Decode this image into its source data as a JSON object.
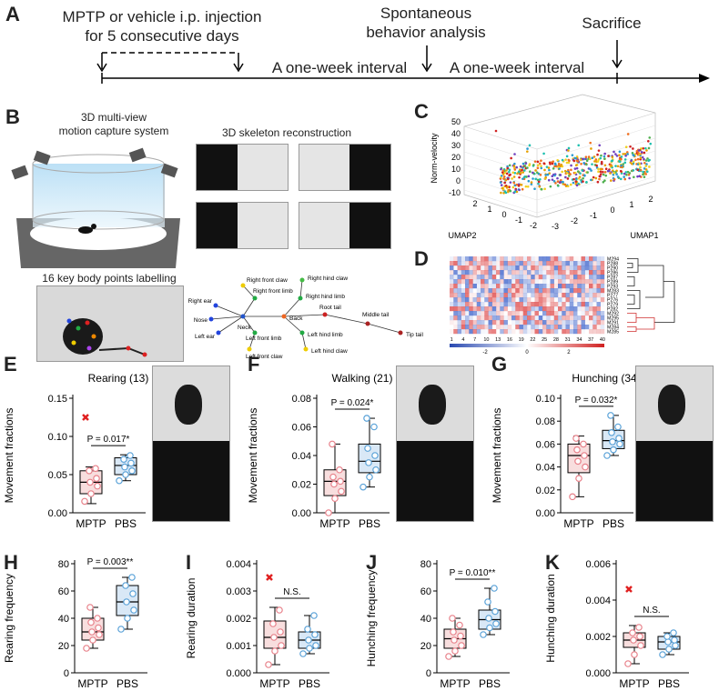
{
  "panels": {
    "A": "A",
    "B": "B",
    "C": "C",
    "D": "D",
    "E": "E",
    "F": "F",
    "G": "G",
    "H": "H",
    "I": "I",
    "J": "J",
    "K": "K"
  },
  "timeline": {
    "injection": "MPTP or vehicle i.p. injection",
    "injection2": "for 5 consecutive days",
    "interval1": "A one-week interval",
    "behavior": "Spontaneous",
    "behavior2": "behavior analysis",
    "interval2": "A one-week interval",
    "sacrifice": "Sacrifice"
  },
  "panelB": {
    "capture_title": "3D multi-view",
    "capture_title2": "motion capture system",
    "skeleton_title": "3D skeleton reconstruction",
    "points_title": "16 key body points labelling",
    "nodes": [
      "Right ear",
      "Nose",
      "Left ear",
      "Neck",
      "Right front claw",
      "Right front limb",
      "Left front limb",
      "Left front claw",
      "Back",
      "Right hind claw",
      "Right hind limb",
      "Left hind limb",
      "Left hind claw",
      "Root tail",
      "Middle tail",
      "Tip tail"
    ]
  },
  "panelC": {
    "zlabel": "Norm-velocity",
    "xlabel": "UMAP1",
    "ylabel": "UMAP2",
    "zticks": [
      "50",
      "40",
      "30",
      "20",
      "10",
      "0",
      "-10"
    ],
    "xticks": [
      "-3",
      "-2",
      "-1",
      "0",
      "1",
      "2"
    ],
    "yticks": [
      "2",
      "1",
      "0",
      "-1",
      "-2"
    ]
  },
  "panelD": {
    "rows": [
      "M294",
      "P288",
      "P290",
      "P286",
      "P287",
      "P289",
      "P293",
      "M283",
      "P277",
      "P276",
      "P279",
      "P282",
      "M292",
      "M295",
      "M291",
      "M284",
      "M285"
    ],
    "cols": [
      "1",
      "4",
      "7",
      "10",
      "13",
      "16",
      "19",
      "22",
      "25",
      "28",
      "31",
      "34",
      "37",
      "40"
    ],
    "colorbar_ticks": [
      "-2",
      "0",
      "2"
    ]
  },
  "chart_data": [
    {
      "id": "E",
      "type": "box",
      "title": "Rearing (13)",
      "ylabel": "Movement fractions",
      "categories": [
        "MPTP",
        "PBS"
      ],
      "ylim": [
        0,
        0.15
      ],
      "yticks": [
        "0.00",
        "0.05",
        "0.10",
        "0.15"
      ],
      "pvalue": "P = 0.017*",
      "series": [
        {
          "name": "MPTP",
          "points": [
            0.015,
            0.025,
            0.035,
            0.04,
            0.045,
            0.055,
            0.058,
            0.125
          ],
          "outlier": 0.125,
          "box": [
            0.025,
            0.04,
            0.055
          ],
          "whisker": [
            0.012,
            0.06
          ]
        },
        {
          "name": "PBS",
          "points": [
            0.042,
            0.05,
            0.055,
            0.06,
            0.065,
            0.07,
            0.075
          ],
          "box": [
            0.05,
            0.062,
            0.072
          ],
          "whisker": [
            0.042,
            0.076
          ]
        }
      ]
    },
    {
      "id": "F",
      "type": "box",
      "title": "Walking (21)",
      "ylabel": "Movement fractions",
      "categories": [
        "MPTP",
        "PBS"
      ],
      "ylim": [
        0,
        0.08
      ],
      "yticks": [
        "0.00",
        "0.02",
        "0.04",
        "0.06",
        "0.08"
      ],
      "pvalue": "P = 0.024*",
      "series": [
        {
          "name": "MPTP",
          "points": [
            0.0,
            0.01,
            0.015,
            0.02,
            0.022,
            0.025,
            0.03,
            0.048
          ],
          "box": [
            0.012,
            0.022,
            0.03
          ],
          "whisker": [
            0.0,
            0.048
          ]
        },
        {
          "name": "PBS",
          "points": [
            0.018,
            0.025,
            0.03,
            0.035,
            0.04,
            0.045,
            0.06,
            0.066
          ],
          "box": [
            0.028,
            0.036,
            0.048
          ],
          "whisker": [
            0.018,
            0.066
          ]
        }
      ]
    },
    {
      "id": "G",
      "type": "box",
      "title": "Hunching (34)",
      "ylabel": "Movement fractions",
      "categories": [
        "MPTP",
        "PBS"
      ],
      "ylim": [
        0,
        0.1
      ],
      "yticks": [
        "0.00",
        "0.02",
        "0.04",
        "0.06",
        "0.08",
        "0.10"
      ],
      "pvalue": "P = 0.032*",
      "series": [
        {
          "name": "MPTP",
          "points": [
            0.014,
            0.03,
            0.04,
            0.045,
            0.05,
            0.055,
            0.06,
            0.065
          ],
          "box": [
            0.035,
            0.05,
            0.06
          ],
          "whisker": [
            0.014,
            0.067
          ]
        },
        {
          "name": "PBS",
          "points": [
            0.05,
            0.055,
            0.06,
            0.062,
            0.065,
            0.07,
            0.075,
            0.085
          ],
          "box": [
            0.056,
            0.063,
            0.072
          ],
          "whisker": [
            0.05,
            0.085
          ]
        }
      ]
    },
    {
      "id": "H",
      "type": "box",
      "title": "",
      "ylabel": "Rearing frequency",
      "categories": [
        "MPTP",
        "PBS"
      ],
      "ylim": [
        0,
        80
      ],
      "yticks": [
        "0",
        "20",
        "40",
        "60",
        "80"
      ],
      "pvalue": "P = 0.003**",
      "series": [
        {
          "name": "MPTP",
          "points": [
            18,
            24,
            28,
            30,
            33,
            37,
            40,
            48
          ],
          "box": [
            24,
            30,
            40
          ],
          "whisker": [
            18,
            48
          ]
        },
        {
          "name": "PBS",
          "points": [
            32,
            40,
            46,
            52,
            58,
            64,
            70
          ],
          "box": [
            42,
            52,
            64
          ],
          "whisker": [
            32,
            70
          ]
        }
      ]
    },
    {
      "id": "I",
      "type": "box",
      "title": "",
      "ylabel": "Rearing duration",
      "categories": [
        "MPTP",
        "PBS"
      ],
      "ylim": [
        0,
        0.004
      ],
      "yticks": [
        "0.000",
        "0.001",
        "0.002",
        "0.003",
        "0.004"
      ],
      "pvalue": "N.S.",
      "series": [
        {
          "name": "MPTP",
          "points": [
            0.0003,
            0.0008,
            0.001,
            0.0013,
            0.0015,
            0.0018,
            0.0023,
            0.0035
          ],
          "outlier": 0.0035,
          "box": [
            0.0009,
            0.0013,
            0.0019
          ],
          "whisker": [
            0.0003,
            0.0024
          ]
        },
        {
          "name": "PBS",
          "points": [
            0.0007,
            0.0009,
            0.001,
            0.0012,
            0.0014,
            0.0016,
            0.0021
          ],
          "box": [
            0.0009,
            0.0012,
            0.0015
          ],
          "whisker": [
            0.0007,
            0.0021
          ]
        }
      ]
    },
    {
      "id": "J",
      "type": "box",
      "title": "",
      "ylabel": "Hunching frequency",
      "categories": [
        "MPTP",
        "PBS"
      ],
      "ylim": [
        0,
        80
      ],
      "yticks": [
        "0",
        "20",
        "40",
        "60",
        "80"
      ],
      "pvalue": "P = 0.010**",
      "series": [
        {
          "name": "MPTP",
          "points": [
            12,
            16,
            20,
            24,
            27,
            30,
            35,
            40
          ],
          "box": [
            18,
            25,
            32
          ],
          "whisker": [
            12,
            40
          ]
        },
        {
          "name": "PBS",
          "points": [
            28,
            33,
            36,
            40,
            45,
            52,
            62
          ],
          "box": [
            32,
            39,
            46
          ],
          "whisker": [
            28,
            62
          ]
        }
      ]
    },
    {
      "id": "K",
      "type": "box",
      "title": "",
      "ylabel": "Hunching duration",
      "categories": [
        "MPTP",
        "PBS"
      ],
      "ylim": [
        0,
        0.006
      ],
      "yticks": [
        "0.000",
        "0.002",
        "0.004",
        "0.006"
      ],
      "pvalue": "N.S.",
      "series": [
        {
          "name": "MPTP",
          "points": [
            0.0005,
            0.001,
            0.0015,
            0.0018,
            0.002,
            0.0022,
            0.0025,
            0.0046
          ],
          "outlier": 0.0046,
          "box": [
            0.0014,
            0.0018,
            0.0022
          ],
          "whisker": [
            0.0005,
            0.0026
          ]
        },
        {
          "name": "PBS",
          "points": [
            0.001,
            0.0013,
            0.0015,
            0.0017,
            0.0018,
            0.002,
            0.0022
          ],
          "box": [
            0.0013,
            0.0017,
            0.002
          ],
          "whisker": [
            0.001,
            0.0022
          ]
        }
      ]
    }
  ],
  "colors": {
    "mptp": "#e8818a",
    "mptp_fill": "#f8dede",
    "pbs": "#5aa2d8",
    "pbs_fill": "#d9e8f6",
    "outlier": "#e02020"
  }
}
